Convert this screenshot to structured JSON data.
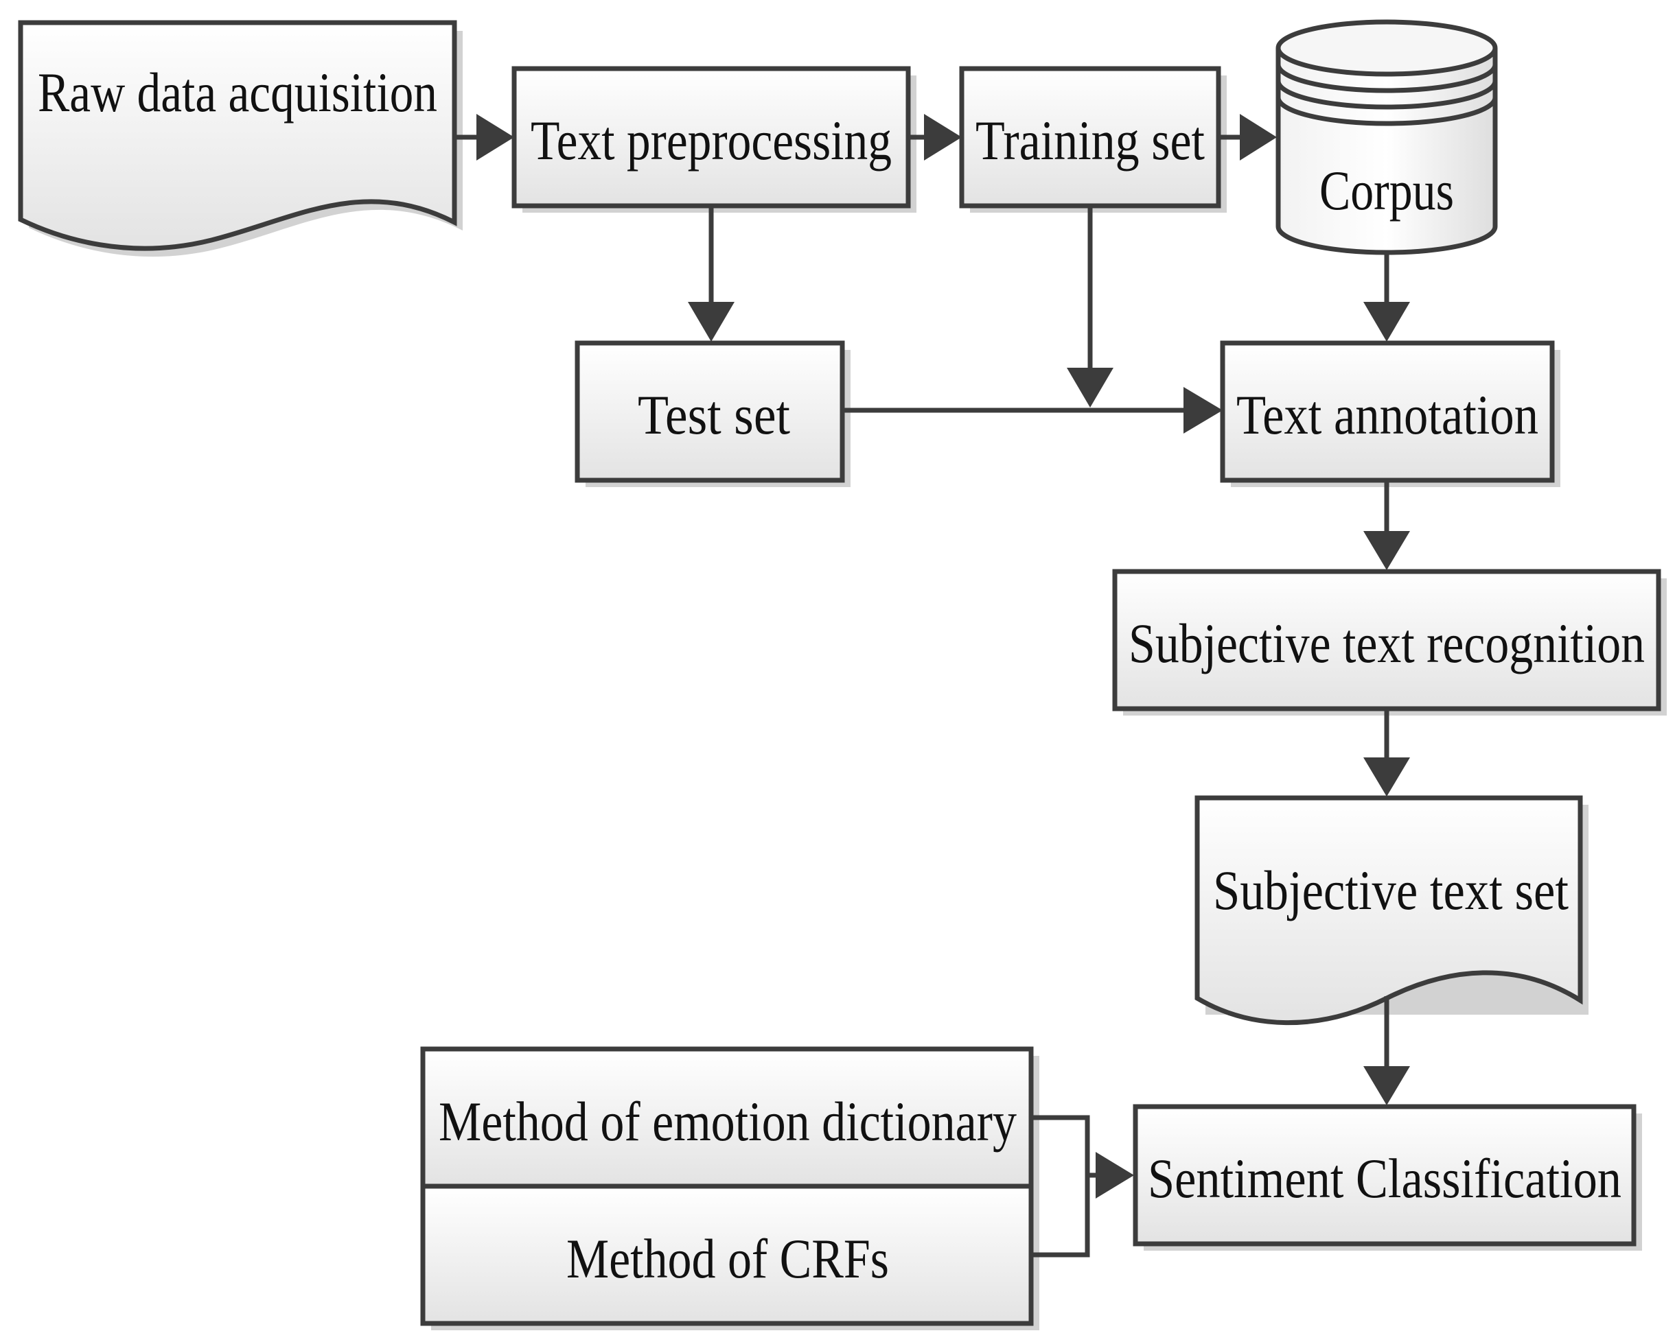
{
  "nodes": {
    "raw_data": "Raw data acquisition",
    "text_preprocessing": "Text preprocessing",
    "training_set": "Training set",
    "corpus": "Corpus",
    "test_set": "Test set",
    "text_annotation": "Text annotation",
    "subjective_recognition": "Subjective text recognition",
    "subjective_set": "Subjective text set",
    "emotion_dictionary": "Method of emotion dictionary",
    "crfs": "Method of CRFs",
    "sentiment_classification": "Sentiment Classification"
  },
  "colors": {
    "line": "#3c3c3c",
    "fill_top": "#ffffff",
    "fill_bottom": "#e4e4e4",
    "shadow": "#cfcfcf"
  }
}
